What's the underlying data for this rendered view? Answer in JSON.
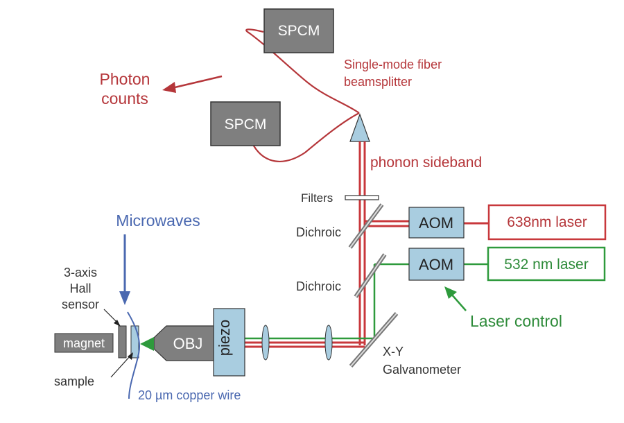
{
  "colors": {
    "red": "#c8383c",
    "dark_red": "#b5363a",
    "green": "#2e9a3c",
    "blue": "#4a68b0",
    "gray_box": "#808080",
    "light_blue_box": "#a9cde0"
  },
  "detectors": {
    "spcm_top": "SPCM",
    "spcm_bottom": "SPCM"
  },
  "labels": {
    "photon_counts_1": "Photon",
    "photon_counts_2": "counts",
    "fiber_1": "Single-mode fiber",
    "fiber_2": "beamsplitter",
    "phonon_sideband": "phonon sideband",
    "filters": "Filters",
    "dichroic_upper": "Dichroic",
    "dichroic_lower": "Dichroic",
    "aom_red": "AOM",
    "aom_green": "AOM",
    "laser_638": "638nm laser",
    "laser_532": "532 nm laser",
    "laser_control": "Laser control",
    "microwaves": "Microwaves",
    "hall_1": "3-axis",
    "hall_2": "Hall",
    "hall_3": "sensor",
    "magnet": "magnet",
    "sample": "sample",
    "obj": "OBJ",
    "piezo": "piezo",
    "copper_wire": "20 µm copper wire",
    "galvo_1": "X-Y",
    "galvo_2": "Galvanometer"
  }
}
